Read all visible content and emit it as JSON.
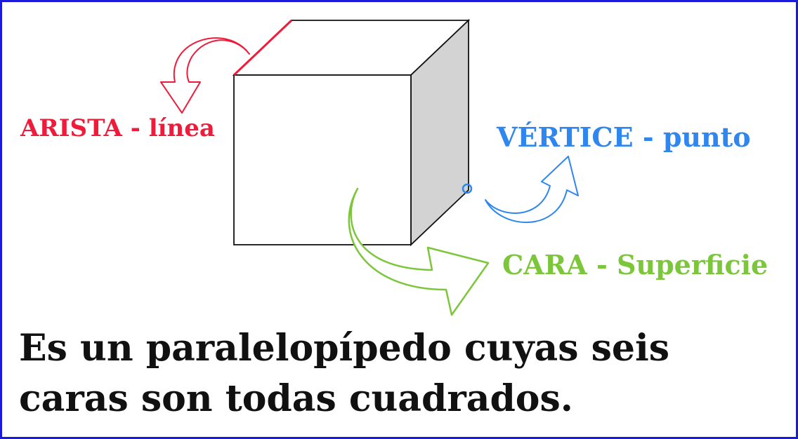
{
  "labels": {
    "arista": "ARISTA - línea",
    "vertice": "VÉRTICE - punto",
    "cara": "CARA - Superficie"
  },
  "caption": {
    "line1": "Es un paralelopípedo cuyas seis",
    "line2": "caras son todas cuadrados."
  },
  "colors": {
    "border": "#1a1ad8",
    "arista": "#ee1c3a",
    "vertice": "#2f86ee",
    "cara": "#7cc63a",
    "side_face": "#d3d3d3"
  }
}
